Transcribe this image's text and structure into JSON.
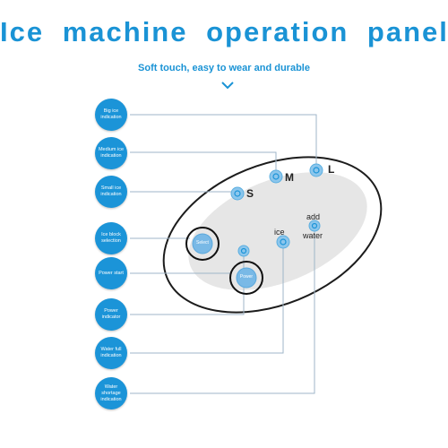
{
  "header": {
    "title": "Ice machine operation panel",
    "subtitle": "Soft touch, easy to wear and durable"
  },
  "indicators": [
    {
      "label": "Big ice indication"
    },
    {
      "label": "Medium ice indication"
    },
    {
      "label": "Small ice indication"
    },
    {
      "label": "Ice block selection"
    },
    {
      "label": "Power start"
    },
    {
      "label": "Power indicator"
    },
    {
      "label": "Water full indication"
    },
    {
      "label": "Water shortage indication"
    }
  ],
  "panel": {
    "size_large": "L",
    "size_medium": "M",
    "size_small": "S",
    "select_button": "Select",
    "power_button": "Power",
    "ice_label": "ice",
    "add_water_label_line1": "add",
    "add_water_label_line2": "water"
  },
  "colors": {
    "accent": "#1a93d5",
    "indicator_fill": "#1b94d8",
    "panel_body": "#ffffff",
    "panel_inner": "#e6e6e6",
    "led": "#5aaee0"
  }
}
